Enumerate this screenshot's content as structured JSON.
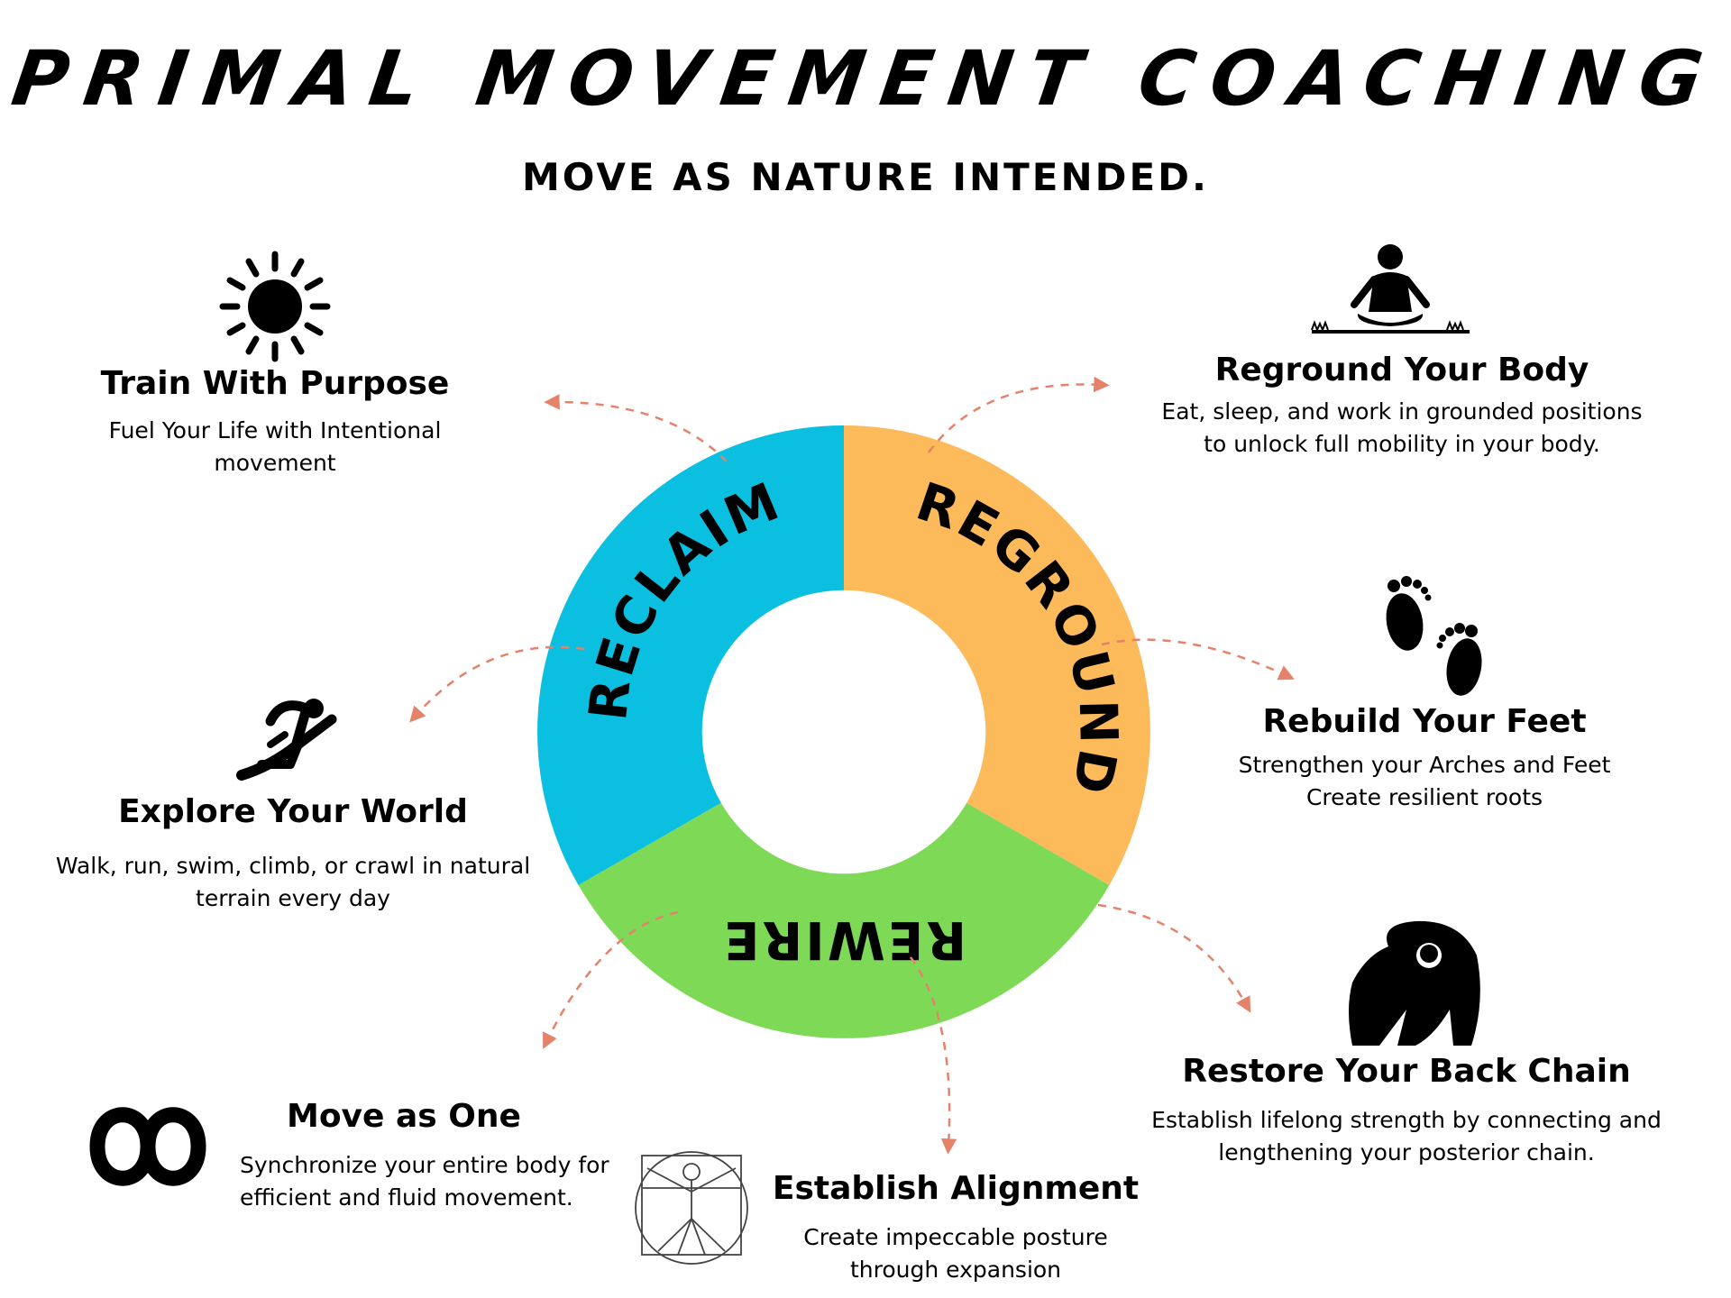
{
  "header": {
    "title": "PRIMAL MOVEMENT COACHING",
    "subtitle": "MOVE AS NATURE INTENDED."
  },
  "ring": {
    "segments": [
      {
        "label": "RECLAIM",
        "color": "#0BBFE0"
      },
      {
        "label": "REGROUND",
        "color": "#FDBA5A"
      },
      {
        "label": "REWIRE",
        "color": "#7ED957"
      }
    ],
    "arrow_color": "#E5826A"
  },
  "blocks": {
    "train": {
      "title": "Train With Purpose",
      "desc": "Fuel Your Life with Intentional movement",
      "icon": "sun-icon"
    },
    "explore": {
      "title": "Explore Your World",
      "desc_lines": [
        "Walk, run, swim, climb, or crawl in natural",
        "terrain every day"
      ],
      "icon": "runner-icon"
    },
    "move_one": {
      "title": "Move as One",
      "desc_lines": [
        "Synchronize your entire body for",
        "efficient and fluid movement."
      ],
      "icon": "infinity-icon"
    },
    "alignment": {
      "title": "Establish Alignment",
      "desc_lines": [
        "Create impeccable posture",
        "through expansion"
      ],
      "icon": "vitruvian-man-icon"
    },
    "reground_body": {
      "title": "Reground Your Body",
      "desc_lines": [
        "Eat, sleep, and work in grounded positions",
        "to unlock full mobility in your body."
      ],
      "icon": "meditation-icon"
    },
    "feet": {
      "title": "Rebuild Your Feet",
      "desc_lines": [
        "Strengthen your Arches and Feet",
        "Create resilient roots"
      ],
      "icon": "footprints-icon"
    },
    "back": {
      "title": "Restore Your Back Chain",
      "desc_lines": [
        "Establish lifelong strength by connecting and",
        "lengthening your posterior chain."
      ],
      "icon": "gorilla-icon"
    }
  }
}
